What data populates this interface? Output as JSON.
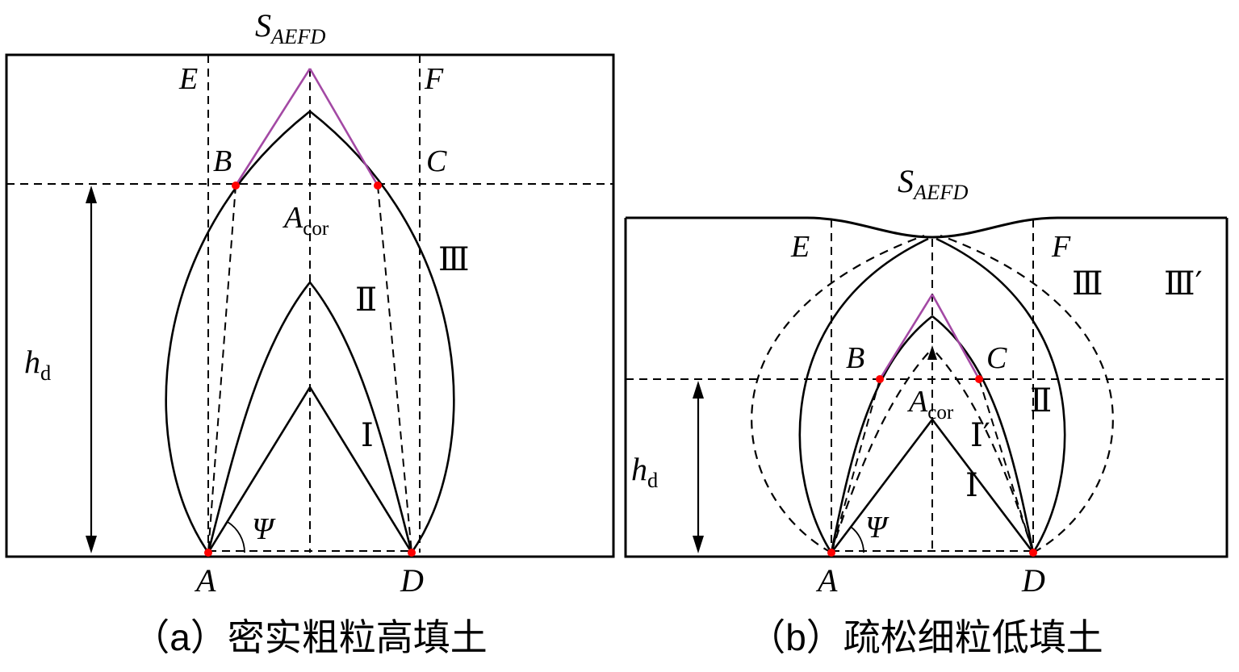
{
  "colors": {
    "accent": "#A349A4",
    "point": "#FF0000",
    "line": "#000000"
  },
  "figure_a": {
    "caption": "（a）密实粗粒高填土",
    "surface_label": {
      "main": "S",
      "sub": "AEFD"
    },
    "points": {
      "E": "E",
      "F": "F",
      "B": "B",
      "C": "C",
      "A": "A",
      "D": "D"
    },
    "apex_label": {
      "main": "A",
      "sub": "cor"
    },
    "height_label": {
      "main": "h",
      "sub": "d"
    },
    "angle_label": "Ψ",
    "zones": {
      "i": "Ⅰ",
      "ii": "Ⅱ",
      "iii": "Ⅲ"
    }
  },
  "figure_b": {
    "caption": "（b）疏松细粒低填土",
    "surface_label": {
      "main": "S",
      "sub": "AEFD"
    },
    "points": {
      "E": "E",
      "F": "F",
      "B": "B",
      "C": "C",
      "A": "A",
      "D": "D"
    },
    "apex_label": {
      "main": "A",
      "sub": "cor"
    },
    "height_label": {
      "main": "h",
      "sub": "d"
    },
    "angle_label": "Ψ",
    "zones": {
      "i": "Ⅰ",
      "i_prime": "Ⅰ′",
      "ii": "Ⅱ",
      "iii": "Ⅲ",
      "iii_prime": "Ⅲ′"
    }
  }
}
